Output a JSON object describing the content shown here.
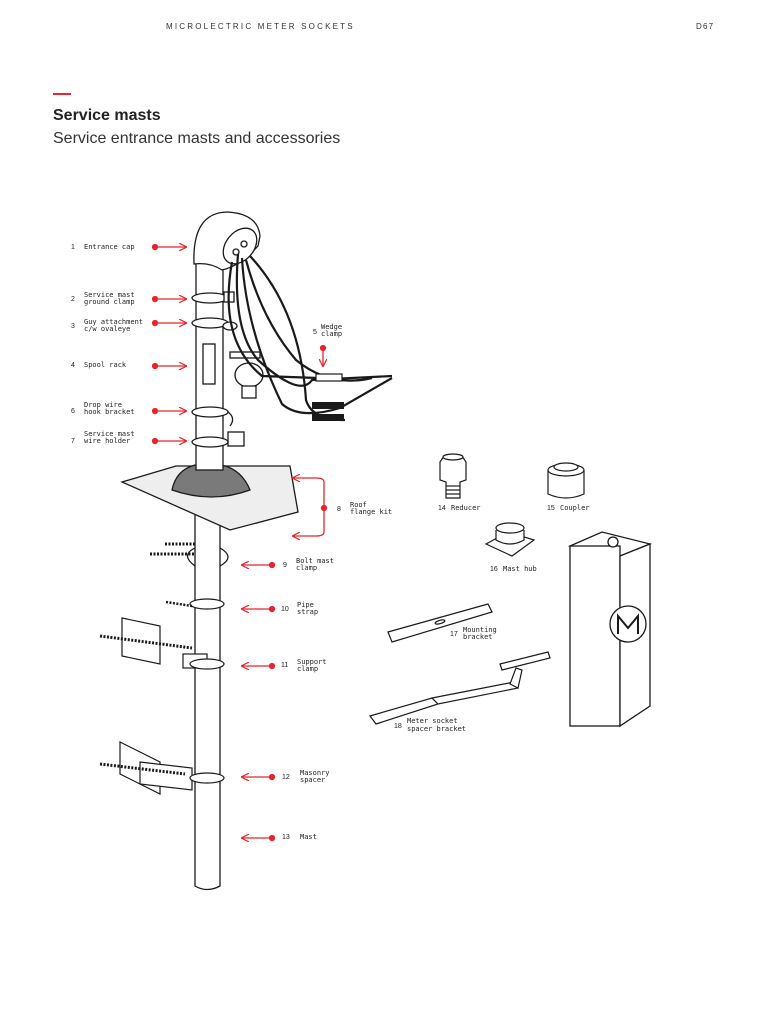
{
  "header": {
    "running_title": "MICROLECTRIC METER SOCKETS",
    "page_number": "D67"
  },
  "title": "Service masts",
  "subtitle": "Service entrance masts and accessories",
  "parts": [
    {
      "number": "1",
      "lines": [
        "Entrance cap"
      ]
    },
    {
      "number": "2",
      "lines": [
        "Service mast",
        "ground clamp"
      ]
    },
    {
      "number": "3",
      "lines": [
        "Guy attachment",
        "c/w ovaleye"
      ]
    },
    {
      "number": "4",
      "lines": [
        "Spool rack"
      ]
    },
    {
      "number": "5",
      "lines": [
        "Wedge",
        "clamp"
      ]
    },
    {
      "number": "6",
      "lines": [
        "Drop wire",
        "hook bracket"
      ]
    },
    {
      "number": "7",
      "lines": [
        "Service mast",
        "wire holder"
      ]
    },
    {
      "number": "8",
      "lines": [
        "Roof",
        "flange kit"
      ]
    },
    {
      "number": "9",
      "lines": [
        "Bolt mast",
        "clamp"
      ]
    },
    {
      "number": "10",
      "lines": [
        "Pipe",
        "strap"
      ]
    },
    {
      "number": "11",
      "lines": [
        "Support",
        "clamp"
      ]
    },
    {
      "number": "12",
      "lines": [
        "Masonry",
        "spacer"
      ]
    },
    {
      "number": "13",
      "lines": [
        "Mast"
      ]
    },
    {
      "number": "14",
      "lines": [
        "Reducer"
      ]
    },
    {
      "number": "15",
      "lines": [
        "Coupler"
      ]
    },
    {
      "number": "16",
      "lines": [
        "Mast hub"
      ]
    },
    {
      "number": "17",
      "lines": [
        "Mounting",
        "bracket"
      ]
    },
    {
      "number": "18",
      "lines": [
        "Meter socket",
        "spacer bracket"
      ]
    }
  ],
  "colors": {
    "accent": "#e3262f",
    "line": "#1a1a1a",
    "flange": "#e0e0e0",
    "boot": "#7a7a7a"
  }
}
